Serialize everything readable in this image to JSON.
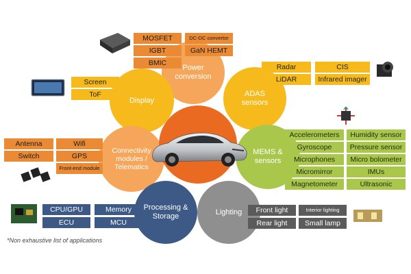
{
  "colors": {
    "orange": "#ea8a34",
    "light_orange": "#f5a65a",
    "yellow": "#f6ba1c",
    "green": "#a9c84b",
    "blue": "#3d5a86",
    "dark": "#5b5b5b",
    "gray": "#8f8f8f",
    "center": "#ea6a22"
  },
  "power": {
    "title": "Power conversion",
    "tags": [
      "MOSFET",
      "IGBT",
      "BMIC",
      "DC-DC convertor",
      "GaN HEMT"
    ]
  },
  "display": {
    "title": "Display",
    "tags": [
      "Screen",
      "ToF"
    ]
  },
  "adas": {
    "title": "ADAS sensors",
    "tags": [
      "Radar",
      "LiDAR",
      "CIS",
      "Infrared imager"
    ]
  },
  "connectivity": {
    "title": "Connectivity modules / Telematics",
    "tags": [
      "Antenna",
      "Switch",
      "Wifi",
      "GPS",
      "Front-end module"
    ]
  },
  "mems": {
    "title": "MEMS & sensors",
    "tags": [
      "Accelerometers",
      "Gyroscope",
      "Microphones",
      "Micromirror",
      "Magnetometer",
      "Humidity sensor",
      "Pressure sensor",
      "Micro bolometer",
      "IMUs",
      "Ultrasonic"
    ]
  },
  "processing": {
    "title": "Processing & Storage",
    "tags": [
      "CPU/GPU",
      "ECU",
      "Memory",
      "MCU"
    ]
  },
  "lighting": {
    "title": "Lighting",
    "tags": [
      "Front light",
      "Rear light",
      "Interior lighting",
      "Small lamp"
    ]
  },
  "footnote": "*Non exhaustive list of applications"
}
